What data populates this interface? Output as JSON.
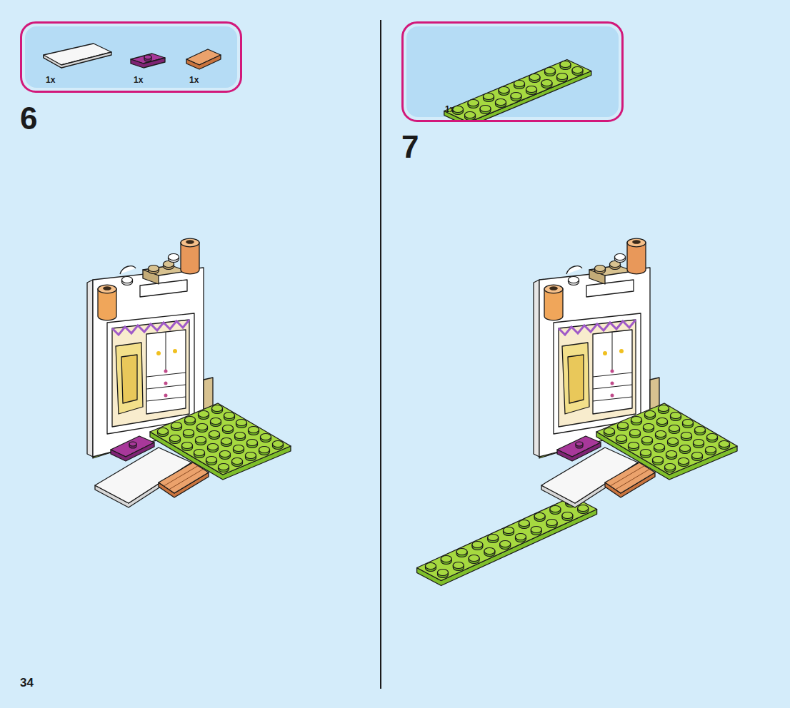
{
  "diagram": {
    "nodes": [
      {
        "text": [
          "1x",
          "1x",
          "1x"
        ]
      },
      {
        "text": [
          "1x"
        ]
      }
    ],
    "labels": [
      "6",
      "7",
      "34"
    ]
  }
}
